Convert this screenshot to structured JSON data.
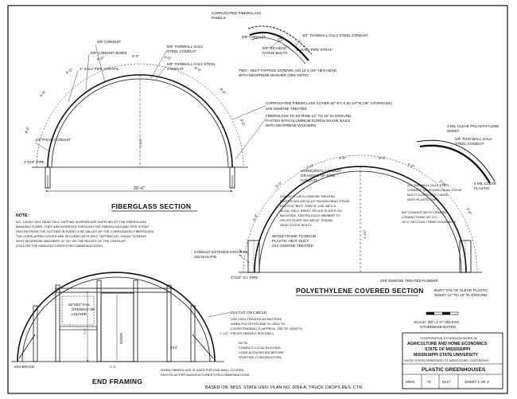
{
  "sections": {
    "fiberglass": "FIBERGLASS SECTION",
    "polyethylene": "POLYETHYLENE COVERED SECTION",
    "end_framing": "END FRAMING"
  },
  "dims": {
    "four_ft": "4'-0\"",
    "three_ft": "3'-0\"",
    "two_ft": "2'-0\"",
    "width": "20'-0\"",
    "one_ft_half": "1'-1/2\"",
    "one_ft": "1'-0\"",
    "two_nine": "2'-9\"",
    "seven_ft": "7'-0\""
  },
  "fiberglass_labels": {
    "corr_panels": [
      "CORRUGATED FIBERGLASS",
      "PANELS"
    ],
    "conduit": "5/8\" CONDUIT",
    "conduit_bows": "5/8\" CONDUIT BOWS",
    "strap": "1\" GALV PIPE STRAPS",
    "pin": "1/4\" PIN IN CONDUIT",
    "pipe": "1\"X24\" PIPE",
    "thinwall_galv_1": [
      "5/8\" THINWALL GALV",
      "STEEL CONDUIT"
    ],
    "thinwall_galv_2": [
      "5/8\" THINWALL GALV STEEL",
      "CONDUIT"
    ],
    "right_conduit": "5/8\" CONDUIT",
    "rd_head": [
      "5/8\" RD HEAD",
      "STOVE BOLTS"
    ],
    "right_thinwall": "3/4\" THINWALL GALV STEEL CONDUIT",
    "galv_pipe_strap": "1\" GALV PIPE STRAP",
    "screws": [
      "TWO - SELF TAPPING SCREWS, NO 14 X 3/4\" HEX HEAD",
      "WITH NEOPRENE WASHER (SEE NOTE)"
    ],
    "corr_cover": "CORRUGATED FIBERGLASS COVER 33\"-6\"L X 50 1/2\"W (48\" COVERAGE)",
    "osmose": "2X6 OSMOSE TREATED",
    "extend": [
      "FIBERGLASS TO EXTEND 12\" TO 18\" IN GROUND.",
      "FASTEN WITH ALUMINUM SCREW SHANK NAILS",
      "WITH NEOPRENE WASHERS."
    ]
  },
  "note": {
    "heading": "NOTE:",
    "lines": [
      "NO. 14X3/4\" HEX HEAD SELF-TAPPING SCREWS ARE SUPPLIED BY THE FIBERGLASS",
      "MANUFACTURER. THEY ARE INSERTED THROUGH THE FIBERGLASS AND PIPE STRAP.",
      "FASTEN FROM THE OUTSIDE IN EVERY 3 RD VALLEY OF THE CORRUGATED FIBERGLASS.",
      "THE OVERLAPPED EDGES ARE SECURED WITH SELF TAPPING NO. 14X3/4\" SCREWS",
      "WITH NEOPRENE WASHERS 12\" OC ON THE RIDGES OF THE OVERLAP.",
      "(FOLLOW THE MANUFACTURER'S RECOMMENDATIONS)"
    ]
  },
  "poly_labels": {
    "horizontal": [
      "HORIZONTAL CONDUIT",
      "OR INSIDE OF BOW",
      "CONDUIT"
    ],
    "lath": [
      "2X4X10'-0\" LATH-OSMOSE TREATED",
      "FASTEN W/6-3/8\"X4 1/2\" ROUND HEAD STOVE",
      "BOLTS AT BUTT JOINTS, USE 3/8\"X 6",
      "16 GA. GALV. SHEET SPLICE PLATES ON",
      "BACKSIDE. FASTEN EACH MEMBER TO",
      "SPLICE PLATE W/2-3/8\"X2\" ROUND",
      "HEAD STOVE BOLTS."
    ],
    "wood_frame": [
      "WOOD FRAME TO BEGIN",
      "PLASTIC HEAT DUCT",
      "2X4 OSMOSE TREATED"
    ],
    "conduit_extends": [
      "CONDUIT EXTENDS INTO PIPE",
      "16d NAIL PIN"
    ],
    "gi_pipe": "1\"X24\" G.I. PIPE",
    "thinwall_right": [
      "3/4\" THINWALL GALV STEEL",
      "CONDUIT 3/4\" ROUND HEAD STOVE",
      "BOLTS COVER BOLT HEAD",
      "WITH PLASTIC TAPE"
    ],
    "crimped": [
      "5/8\" CONDUIT-WITH CRIMPED",
      "CONNECTIONS 30\" O.C.",
      "10'-0\" SECTION-THREE ROWS/BOW"
    ],
    "mil_clear_right": [
      "4 MIL CLEAR",
      "PLASTIC"
    ],
    "runner": "2X6 OSMOSE TREATED RUNNER",
    "bury": [
      "BURY TAIL OF CLEAR PLASTIC",
      "SHEET 12\" TO 18\" IN GROUND."
    ],
    "detail_clear": [
      "4 MIL CLEAR POLYETHYLENE",
      "SHEET"
    ],
    "detail_thinwall": [
      "5/8\" THIN WALL GALV",
      "STEEL CONDUIT"
    ]
  },
  "end_labels": {
    "fan": [
      "52\"X52\" FAN",
      "OPENING OR",
      "LOUVER"
    ],
    "door": "DOOR",
    "brace": "2X4 BRACE",
    "cut": "2X4 CUT ON CIRCLE",
    "battens": [
      "USE 1X4's TREATED AS BATTENS",
      "WHEN POLYETHYLENE IS USED TO",
      "COVER ENDWALLS (APPROX. 150' OF LENGTH",
      "PIECES NEEDED PER END.)"
    ],
    "consult": [
      "NOTE:",
      "CONSULT LOCAL BUILDING",
      "CODE AUTHORITIES BEFORE",
      "STARTING CONSTRUCTION."
    ],
    "fiberglass_end": [
      "WHEN FIBERGLASS IS USED FOR END WALL COVERS,",
      "FASTEN AS PER MANUFACTURER'S RECOMMENDATIONS."
    ],
    "two_by_four": "2X4"
  },
  "title_block": {
    "scale": [
      "SCALE: 3/8\"=1'-0\" UNLESS",
      "OTHERWISE NOTED."
    ],
    "coop": [
      "COOPERATIVE EXTENSION WORK IN",
      "AGRICULTURE AND HOME ECONOMICS",
      "STATE OF MISSISSIPPI",
      "MISSISSIPPI STATE UNIVERSITY"
    ],
    "usda": "UNITED STATES DEPARTMENT OF AGRICULTURE COOPERATING",
    "title": "PLASTIC GREENHOUSES",
    "miss": "MISS.",
    "year": "'75",
    "number": "6217",
    "sheet": "SHEET 1 OF 2"
  },
  "footer": "BASED ON: MISS. STATE UNIV. PLAN NO. 6094-A, TRUCK CROPS RES. CTR."
}
